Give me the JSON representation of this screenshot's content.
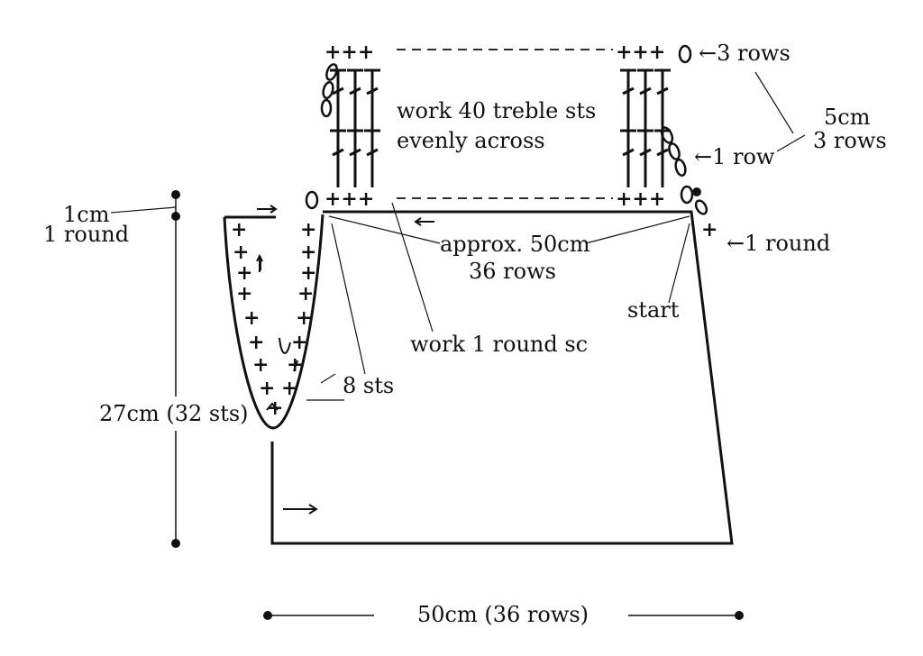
{
  "labels": {
    "three_rows": "←3 rows",
    "one_row": "←1 row",
    "five_cm": "5cm",
    "three_rows_b": "3 rows",
    "one_round_right": "←1 round",
    "one_cm": "1cm",
    "one_round_left": "1 round",
    "work_treble_1": "work 40 treble sts",
    "work_treble_2": "evenly across",
    "approx_50cm": "approx. 50cm",
    "thirty_six_rows": "36 rows",
    "start": "start",
    "work_sc": "work 1 round sc",
    "eight_sts": "8 sts",
    "height_dim": "27cm (32 sts)",
    "width_dim": "50cm (36 rows)"
  },
  "symbols": {
    "sc": "+",
    "sc_row": "+++",
    "chain": "0"
  }
}
